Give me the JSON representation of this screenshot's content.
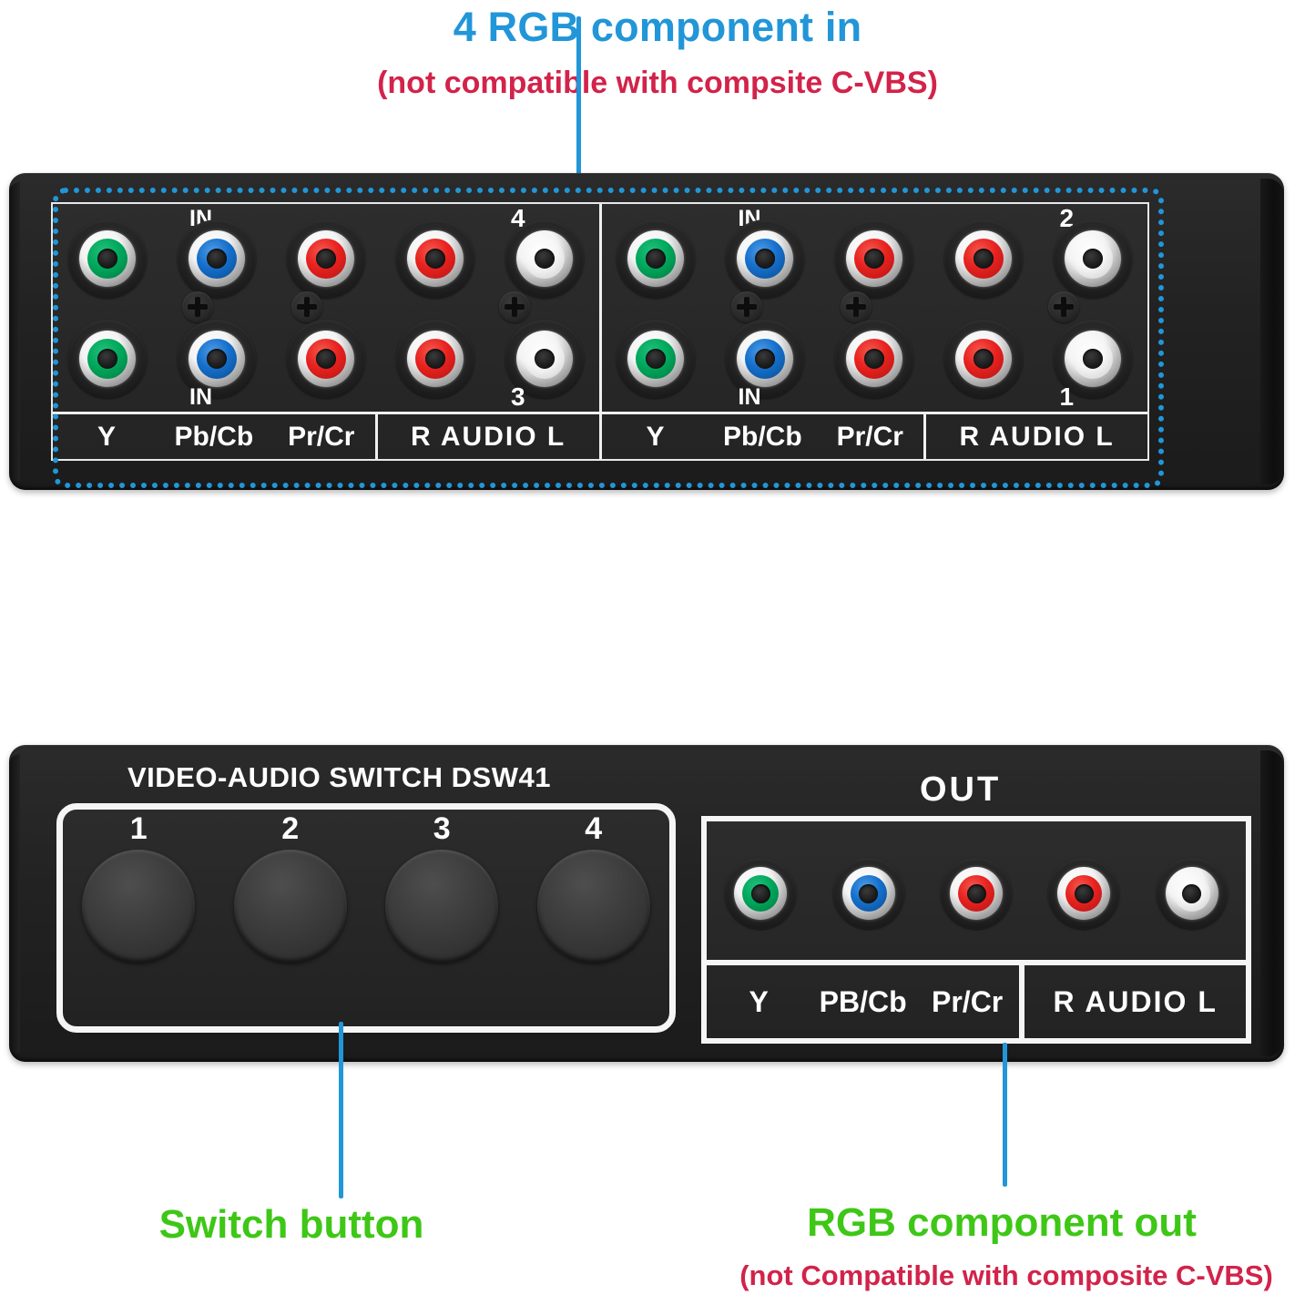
{
  "annotations": {
    "top_title": "4 RGB component in",
    "top_subtitle": "(not compatible with compsite C-VBS)",
    "switch_label": "Switch button",
    "out_title": "RGB component out",
    "out_subtitle": "(not Compatible with composite C-VBS)",
    "colors": {
      "blue": "#2196d8",
      "red": "#d2234a",
      "green": "#3ec716"
    }
  },
  "top_device": {
    "name": "input-panel",
    "groups": [
      {
        "id": "group-left",
        "top_row": {
          "in_tag": "IN",
          "number": "4",
          "jacks": [
            "green",
            "blue",
            "red",
            "red",
            "white"
          ]
        },
        "bottom_row": {
          "in_tag": "IN",
          "number": "3",
          "jacks": [
            "green",
            "blue",
            "red",
            "red",
            "white"
          ]
        },
        "labels_video": [
          "Y",
          "Pb/Cb",
          "Pr/Cr"
        ],
        "label_audio": "R AUDIO L"
      },
      {
        "id": "group-right",
        "top_row": {
          "in_tag": "IN",
          "number": "2",
          "jacks": [
            "green",
            "blue",
            "red",
            "red",
            "white"
          ]
        },
        "bottom_row": {
          "in_tag": "IN",
          "number": "1",
          "jacks": [
            "green",
            "blue",
            "red",
            "red",
            "white"
          ]
        },
        "labels_video": [
          "Y",
          "Pb/Cb",
          "Pr/Cr"
        ],
        "label_audio": "R AUDIO L"
      }
    ]
  },
  "bottom_device": {
    "model_name": "VIDEO-AUDIO SWITCH DSW41",
    "buttons": [
      "1",
      "2",
      "3",
      "4"
    ],
    "out_title": "OUT",
    "out_jacks": [
      "green",
      "blue",
      "red",
      "red",
      "white"
    ],
    "out_labels_video": [
      "Y",
      "PB/Cb",
      "Pr/Cr"
    ],
    "out_label_audio": "R AUDIO L"
  },
  "jack_colors": {
    "green": "#00a85c",
    "blue": "#1570cc",
    "red": "#e8221f",
    "white": "#f6f6f6"
  }
}
